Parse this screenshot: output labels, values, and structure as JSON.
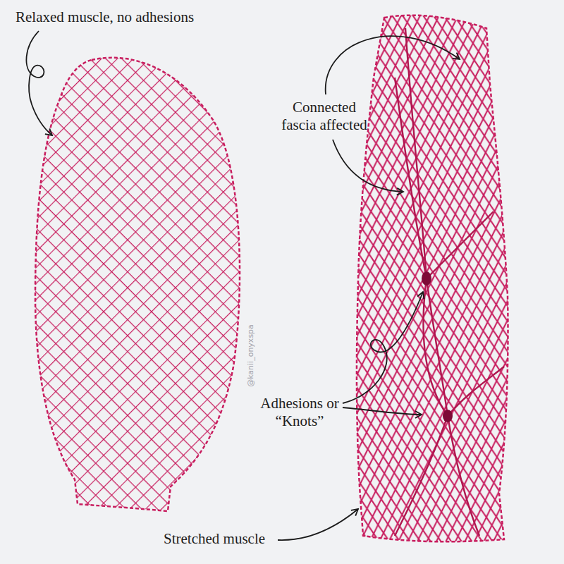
{
  "diagram": {
    "labels": [
      "Relaxed muscle, no adhesions",
      "Connected fascia affected",
      "Adhesions or “Knots”",
      "Stretched muscle",
      "@kanii_onyxspa"
    ]
  }
}
